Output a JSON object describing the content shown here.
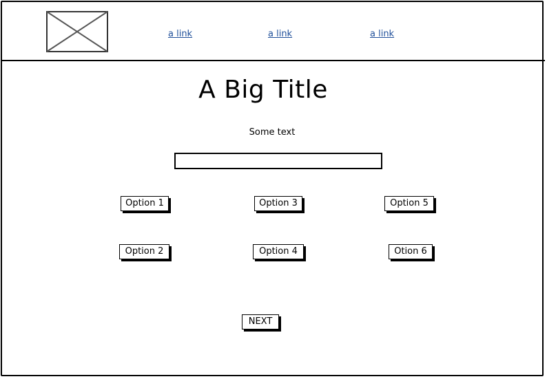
{
  "header": {
    "links": [
      "a link",
      "a link",
      "a link"
    ]
  },
  "main": {
    "title": "A Big Title",
    "subtext": "Some text",
    "input_value": "",
    "options": [
      "Option 1",
      "Option 2",
      "Option 3",
      "Option 4",
      "Option 5",
      "Otion 6"
    ],
    "next_label": "NEXT"
  }
}
